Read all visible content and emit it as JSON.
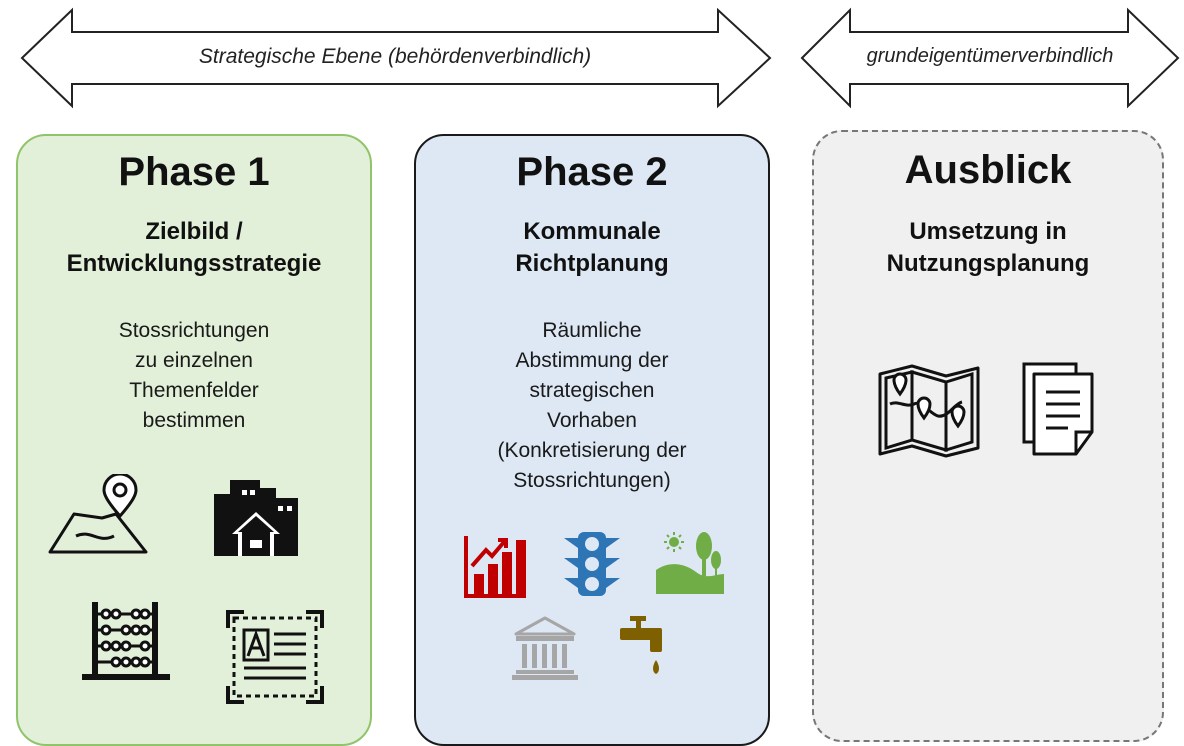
{
  "arrows": {
    "strategic_label": "Strategische Ebene (behördenverbindlich)",
    "owner_label": "grundeigentümerverbindlich"
  },
  "phase1": {
    "title": "Phase 1",
    "subtitle_line1": "Zielbild /",
    "subtitle_line2": "Entwicklungsstrategie",
    "body": [
      "Stossrichtungen",
      "zu einzelnen",
      "Themenfelder",
      "bestimmen"
    ],
    "icons": [
      "map-pin-icon",
      "city-house-icon",
      "abacus-icon",
      "text-document-icon"
    ]
  },
  "phase2": {
    "title": "Phase 2",
    "subtitle_line1": "Kommunale",
    "subtitle_line2": "Richtplanung",
    "body": [
      "Räumliche",
      "Abstimmung der",
      "strategischen",
      "Vorhaben",
      "(Konkretisierung der",
      "Stossrichtungen)"
    ],
    "icons": [
      "growth-chart-icon",
      "traffic-light-icon",
      "landscape-icon",
      "public-building-icon",
      "water-tap-icon"
    ]
  },
  "outlook": {
    "title": "Ausblick",
    "subtitle_line1": "Umsetzung in",
    "subtitle_line2": "Nutzungsplanung",
    "icons": [
      "folded-map-icon",
      "documents-icon"
    ]
  },
  "colors": {
    "phase1_bg": "#e2f0d9",
    "phase1_border": "#8fc46a",
    "phase2_bg": "#dde8f4",
    "outlook_bg": "#f0f0f0",
    "chart_red": "#c00000",
    "traffic_blue": "#2e75b6",
    "landscape_green": "#70ad47",
    "building_gray": "#a6a6a6",
    "tap_brown": "#7f6000"
  }
}
